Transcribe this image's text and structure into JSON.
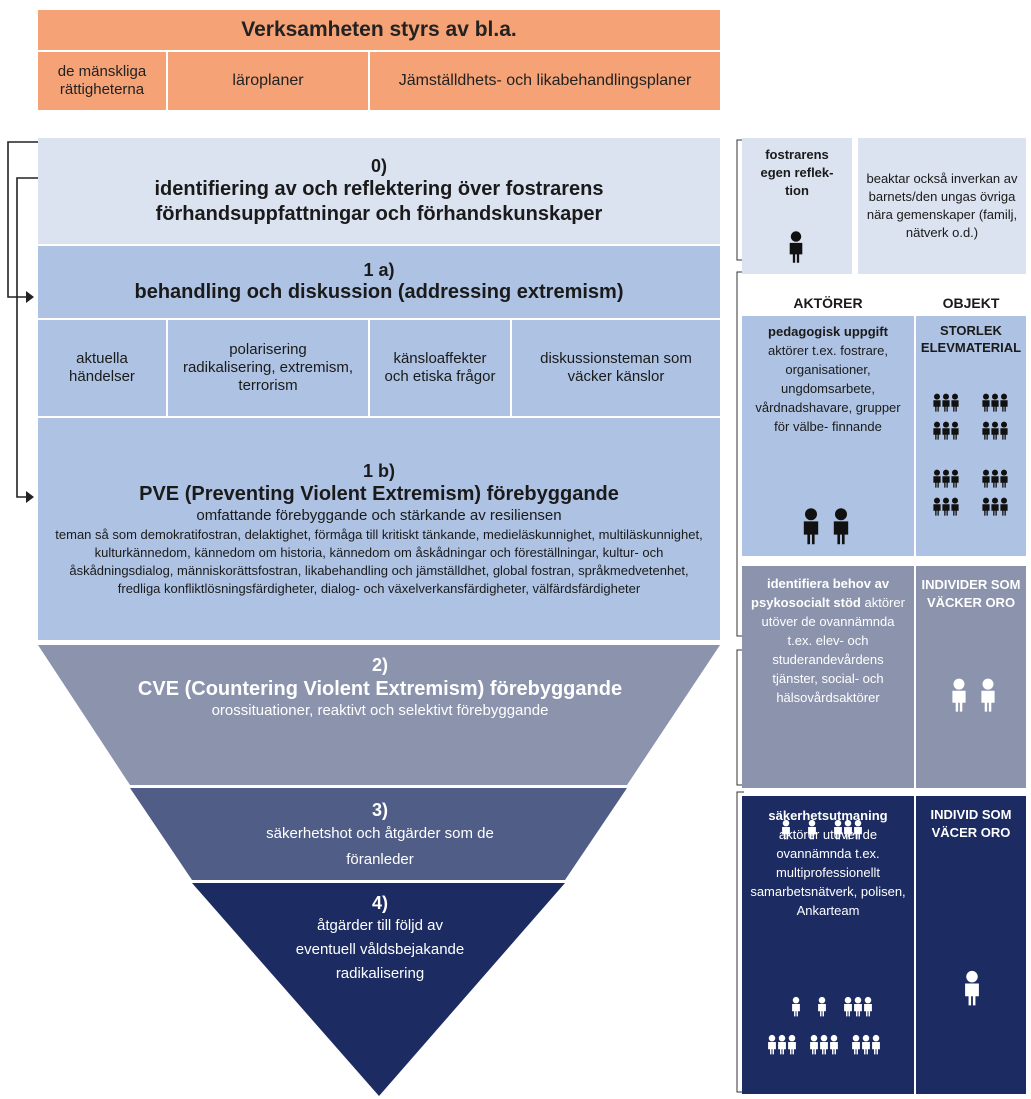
{
  "governance": {
    "title": "Verksamheten styrs av bl.a.",
    "items": [
      "de mänskliga rättigheterna",
      "läroplaner",
      "Jämställdhets- och likabehandlingsplaner"
    ]
  },
  "level0": {
    "number": "0)",
    "title": "identifiering av och reflektering över fostrarens förhandsuppfattningar och förhandskunskaper"
  },
  "level1a": {
    "number": "1 a)",
    "title": "behandling och diskussion (addressing extremism)",
    "topics": [
      "aktuella händelser",
      "polarisering radikalisering, extremism, terrorism",
      "känsloaffekter och etiska frågor",
      "diskussionsteman som väcker känslor"
    ]
  },
  "level1b": {
    "number": "1 b)",
    "title": "PVE (Preventing Violent Extremism) förebyggande",
    "subtitle": "omfattande förebyggande och stärkande av resiliensen",
    "body": "teman så som demokratifostran, delaktighet, förmåga till kritiskt tänkande, medieläskunnighet, multiläskunnighet, kulturkännedom, kännedom om historia, kännedom om åskådningar och föreställningar, kultur- och åskådningsdialog, människorättsfostran, likabehandling och jämställdhet, global fostran, språkmedvetenhet, fredliga konfliktlösningsfärdigheter, dialog- och växelverkansfärdigheter, välfärdsfärdigheter"
  },
  "level2": {
    "number": "2)",
    "title": "CVE (Countering Violent Extremism) förebyggande",
    "subtitle": "orossituationer, reaktivt och selektivt förebyggande"
  },
  "level3": {
    "number": "3)",
    "title": "säkerhetshot och åtgärder som de föranleder"
  },
  "level4": {
    "number": "4)",
    "title": "åtgärder till följd av eventuell våldsbejakande radikalisering"
  },
  "side": {
    "reflection": {
      "title": "fostrarens egen reflek- tion"
    },
    "context": "beaktar också inverkan av barnets/den ungas övriga nära gemenskaper (familj, nätverk o.d.)",
    "headers": {
      "actors": "AKTÖRER",
      "objects": "OBJEKT"
    },
    "row1": {
      "actor_title": "pedagogisk uppgift",
      "actor_text": "aktörer t.ex. fostrare, organisationer, ungdomsarbete, vårdnadshavare, grupper för välbe- finnande",
      "object": "STORLEK ELEVMATERIAL"
    },
    "row2": {
      "actor_title": "identifiera behov av psykosocialt stöd",
      "actor_text": "aktörer utöver de ovannämnda t.ex. elev- och studerandevårdens tjänster, social- och hälsovårdsaktörer",
      "object": "INDIVIDER SOM VÄCKER ORO"
    },
    "row3": {
      "actor_title": "säkerhetsutmaning",
      "actor_text": "aktörer utöver de ovannämnda t.ex. multiprofessionellt samarbetsnätverk, polisen, Ankarteam",
      "object": "INDIVID SOM VÄCER ORO"
    }
  },
  "colors": {
    "orange": "#f4a276",
    "level0": "#dbe3f0",
    "level1": "#aec3e3",
    "level2": "#8b93ad",
    "level3": "#505d87",
    "level4": "#1c2b62"
  }
}
